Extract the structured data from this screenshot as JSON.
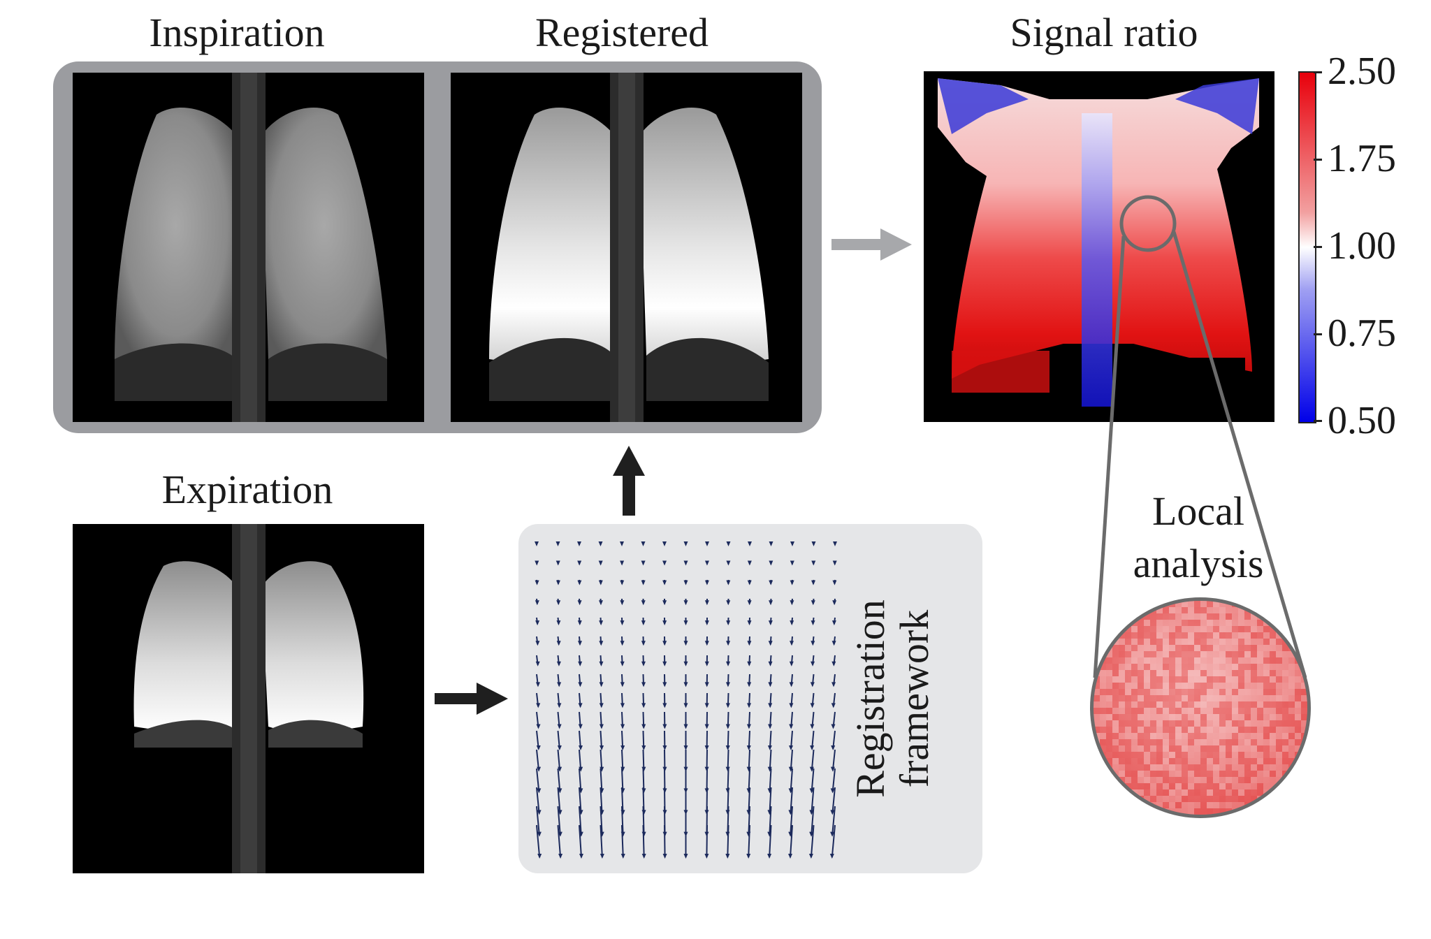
{
  "titles": {
    "inspiration": "Inspiration",
    "registered": "Registered",
    "signal_ratio": "Signal ratio",
    "expiration": "Expiration",
    "local_analysis_line1": "Local",
    "local_analysis_line2": "analysis",
    "registration_line1": "Registration",
    "registration_line2": "framework"
  },
  "colorbar": {
    "ticks": [
      "2.50",
      "1.75",
      "1.00",
      "0.75",
      "0.50"
    ],
    "colors": {
      "high": "#e8000b",
      "mid": "#ffffff",
      "low": "#0000e8"
    }
  },
  "colors": {
    "frame": "#9b9ca0",
    "registration_box": "#e5e6e8",
    "arrow_dark": "#1f1f1f",
    "arrow_gray": "#a7a8ab",
    "vector_field": "#1c2a5c"
  }
}
